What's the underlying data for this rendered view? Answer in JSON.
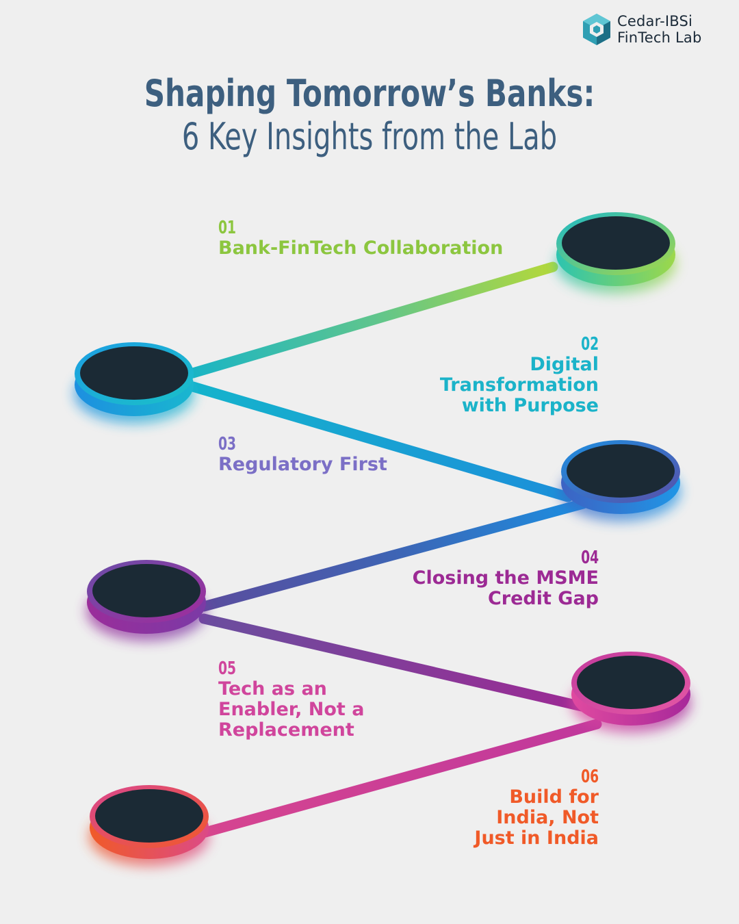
{
  "logo": {
    "line1": "Cedar-IBSi",
    "line2": "FinTech Lab"
  },
  "title": {
    "line1": "Shaping Tomorrow’s Banks:",
    "line2": "6 Key Insights from the Lab"
  },
  "insights": [
    {
      "num": "01",
      "label": "Bank-FinTech Collaboration",
      "color": "#8cc63f"
    },
    {
      "num": "02",
      "label": "Digital Transformation with Purpose",
      "color": "#1bb3c9"
    },
    {
      "num": "03",
      "label": "Regulatory First",
      "color": "#7b6fc6"
    },
    {
      "num": "04",
      "label": "Closing the MSME Credit Gap",
      "color": "#9c2a94"
    },
    {
      "num": "05",
      "label": "Tech as an Enabler, Not a Replacement",
      "color": "#d0459c"
    },
    {
      "num": "06",
      "label": "Build for India, Not Just in India",
      "color": "#f05a28"
    }
  ],
  "colors": {
    "background": "#efefef",
    "title": "#3d5f7f",
    "puck_face": "#1b2a35"
  }
}
